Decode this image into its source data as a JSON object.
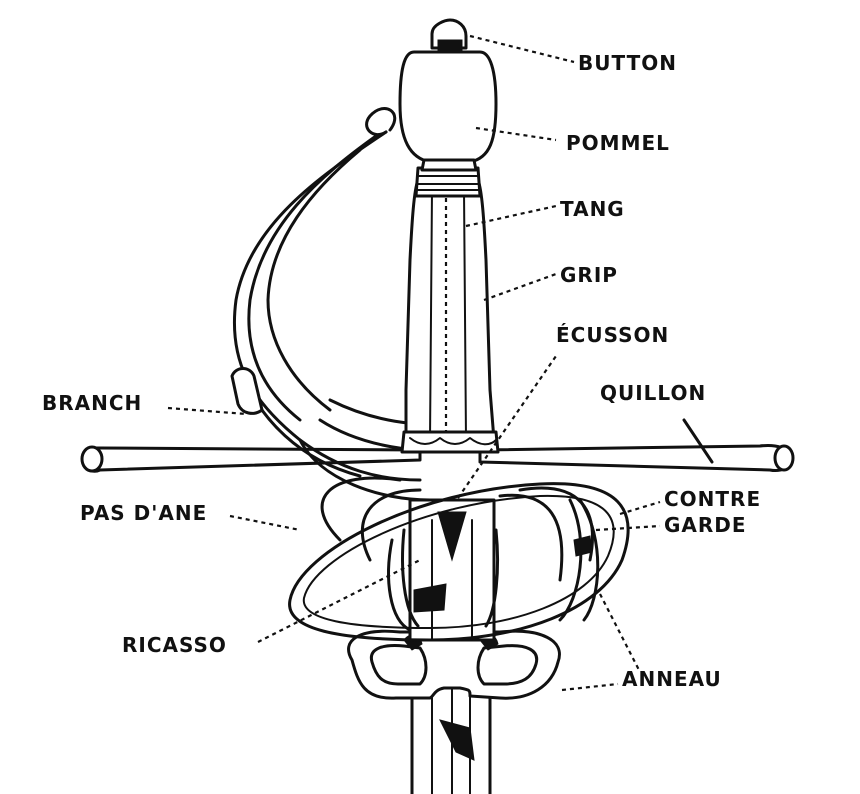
{
  "labels": {
    "button": "BUTTON",
    "pommel": "POMMEL",
    "tang": "TANG",
    "grip": "GRIP",
    "ecusson": "ÉCUSSON",
    "quillon": "QUILLON",
    "branch": "BRANCH",
    "pas_dane": "PAS D'ANE",
    "contre": "CONTRE",
    "garde": "GARDE",
    "ricasso": "RICASSO",
    "anneau": "ANNEAU"
  },
  "colors": {
    "ink": "#111111",
    "background": "#ffffff"
  }
}
